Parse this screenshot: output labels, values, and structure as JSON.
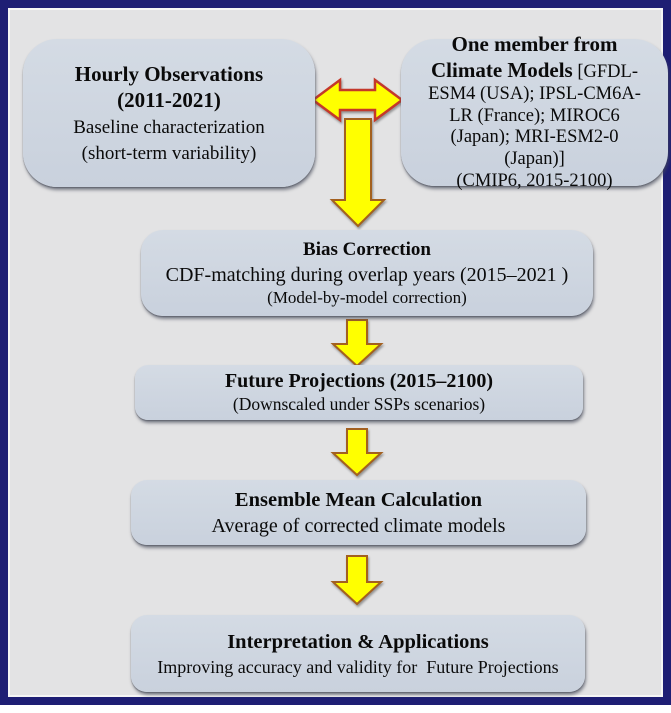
{
  "colors": {
    "page_bg": "#e3e3e4",
    "frame_border": "#1e1e74",
    "frame_inner_line": "#f5f5f5",
    "box_fill": "#c9d1dd",
    "box_fill_light": "#d4dbe4",
    "text_color": "#0a0a0a",
    "arrow_fill": "#ffff00",
    "arrow_stroke": "#c4382a",
    "arrow_stroke_small": "#a3601f"
  },
  "icons": {
    "exchange_arrow": "double-horizontal-arrow",
    "flow_arrow": "down-arrow"
  },
  "boxes": {
    "hourly": {
      "title_line1": "Hourly Observations",
      "title_line2": "(2011-2021)",
      "body_line1": "Baseline characterization",
      "body_line2": "(short-term variability)"
    },
    "climate": {
      "title": "One member from Climate Models",
      "detail": " [GFDL-ESM4 (USA); IPSL-CM6A-LR (France); MIROC6 (Japan); MRI-ESM2-0 (Japan)]",
      "footer": "(CMIP6, 2015-2100)"
    },
    "bias": {
      "title": "Bias Correction",
      "subtitle": "CDF-matching during overlap years (2015–2021 )",
      "note": "(Model-by-model correction)"
    },
    "future": {
      "title": "Future Projections (2015–2100)",
      "subtitle": "(Downscaled under SSPs scenarios)"
    },
    "ensemble": {
      "title": "Ensemble Mean Calculation",
      "subtitle": "Average of corrected climate models"
    },
    "interpretation": {
      "title": "Interpretation & Applications",
      "subtitle": "Improving accuracy and validity for  Future Projections"
    }
  }
}
